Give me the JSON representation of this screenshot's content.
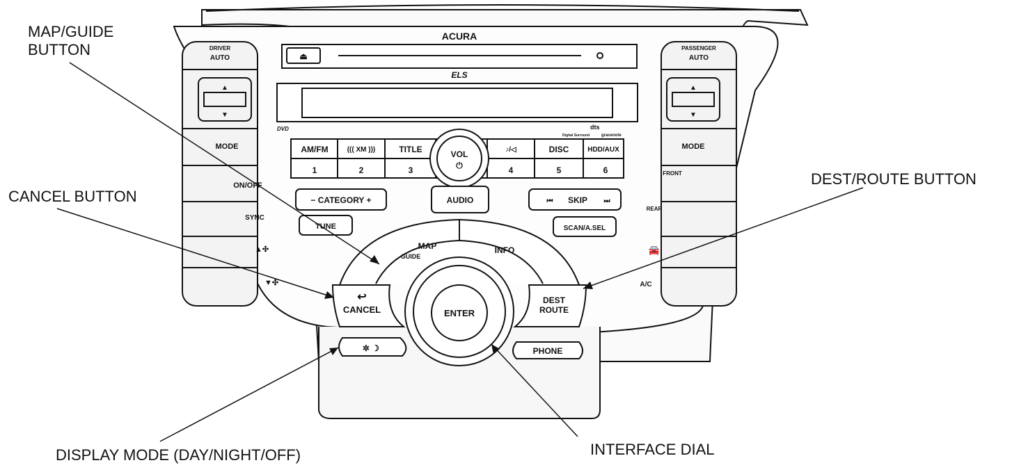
{
  "callouts": {
    "map_guide": [
      "MAP/GUIDE",
      "BUTTON"
    ],
    "cancel": "CANCEL BUTTON",
    "dest_route": "DEST/ROUTE BUTTON",
    "display_mode": "DISPLAY MODE (DAY/NIGHT/OFF)",
    "interface_dial": "INTERFACE DIAL"
  },
  "panel": {
    "brand": "ACURA",
    "els": "ELS",
    "eject_icon": "eject-icon",
    "driver": {
      "line1": "DRIVER",
      "line2": "AUTO"
    },
    "passenger": {
      "line1": "PASSENGER",
      "line2": "AUTO"
    },
    "mode_left": "MODE",
    "mode_right": "MODE",
    "fan_onoff": "ON/OFF",
    "sync": "SYNC",
    "front": "FRONT",
    "rear": "REAR",
    "ac": "A/C",
    "presets_top": [
      "AM/FM",
      "((( XM )))",
      "TITLE",
      "♪/◁",
      "DISC",
      "HDD/AUX"
    ],
    "presets_num": [
      "1",
      "2",
      "3",
      "4",
      "5",
      "6"
    ],
    "vol": "VOL",
    "category": "− CATEGORY +",
    "audio": "AUDIO",
    "skip": "SKIP",
    "tune": "TUNE",
    "scan": "SCAN/A.SEL",
    "map": "MAP",
    "guide": "GUIDE",
    "info": "INFO",
    "cancel": "CANCEL",
    "dest": "DEST",
    "route": "ROUTE",
    "enter": "ENTER",
    "phone": "PHONE",
    "logos": {
      "dvd": "DVD",
      "dts": "dts",
      "dts_sub": "Digital Surround",
      "gracenote": "gracenote"
    }
  }
}
